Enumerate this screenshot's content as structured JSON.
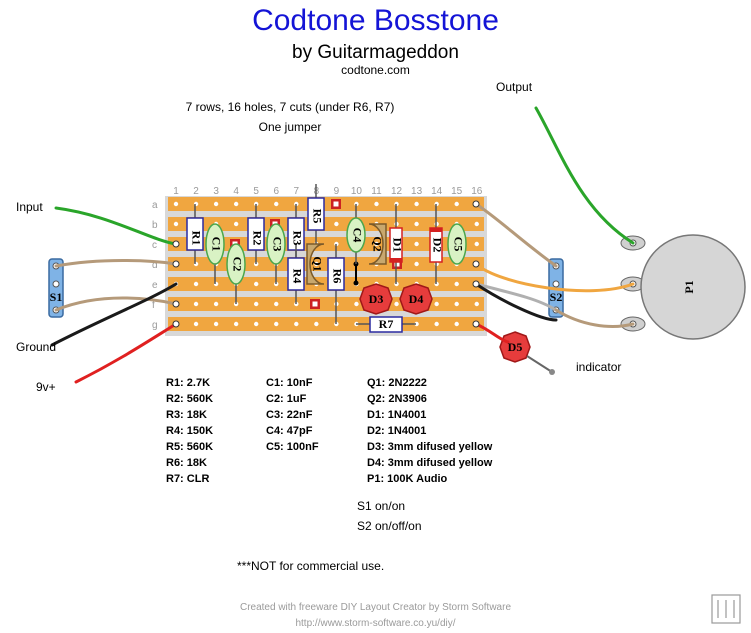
{
  "header": {
    "title": "Codtone Bosstone",
    "subtitle": "by Guitarmageddon",
    "site": "codtone.com"
  },
  "board_info": {
    "line1": "7 rows, 16 holes, 7 cuts (under R6, R7)",
    "line2": "One jumper"
  },
  "board": {
    "columns": [
      "1",
      "2",
      "3",
      "4",
      "5",
      "6",
      "7",
      "8",
      "9",
      "10",
      "11",
      "12",
      "13",
      "14",
      "15",
      "16"
    ],
    "rows": [
      "a",
      "b",
      "c",
      "d",
      "e",
      "f",
      "g"
    ],
    "colors": {
      "strip": "#f0a640",
      "hole": "#ffffff",
      "cut": "#cc2222"
    }
  },
  "parts_on_board": {
    "resistors": [
      "R1",
      "R2",
      "R3",
      "R4",
      "R5",
      "R6",
      "R7"
    ],
    "capacitors": [
      "C1",
      "C2",
      "C3",
      "C4",
      "C5"
    ],
    "transistors": [
      "Q1",
      "Q2"
    ],
    "diodes": [
      "D1",
      "D2"
    ],
    "leds": [
      "D3",
      "D4",
      "D5"
    ],
    "switches": [
      "S1",
      "S2"
    ],
    "pot": "P1"
  },
  "wire_labels": {
    "input": "Input",
    "output": "Output",
    "ground": "Ground",
    "power": "9v+",
    "indicator": "indicator"
  },
  "bom": {
    "col1": [
      "R1: 2.7K",
      "R2: 560K",
      "R3: 18K",
      "R4: 150K",
      "R5: 560K",
      "R6: 18K",
      "R7: CLR"
    ],
    "col2": [
      "C1: 10nF",
      "C2: 1uF",
      "C3: 22nF",
      "C4: 47pF",
      "C5: 100nF"
    ],
    "col3": [
      "Q1: 2N2222",
      "Q2: 2N3906",
      "D1: 1N4001",
      "D2: 1N4001",
      "D3: 3mm difused yellow",
      "D4: 3mm difused yellow",
      "P1: 100K Audio"
    ]
  },
  "switch_notes": [
    "S1 on/on",
    "S2 on/off/on"
  ],
  "notice": "***NOT for commercial use.",
  "footer": {
    "line1": "Created with freeware DIY Layout Creator by Storm Software",
    "line2": "http://www.storm-software.co.yu/diy/"
  }
}
